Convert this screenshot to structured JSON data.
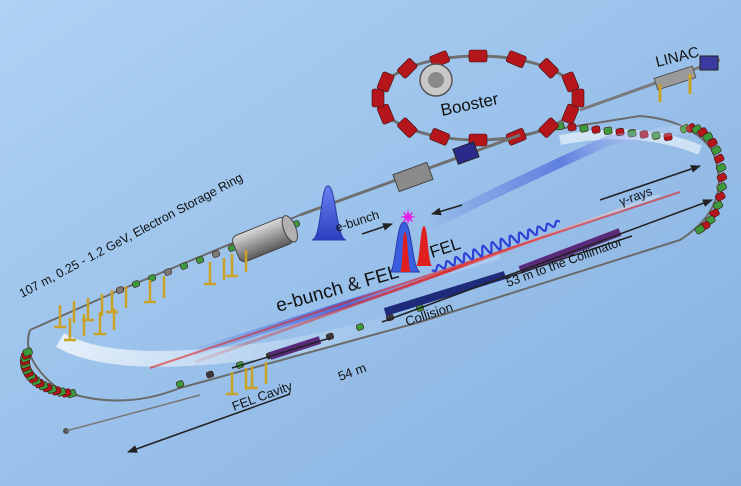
{
  "labels": {
    "linac": "LINAC",
    "booster": "Booster",
    "storage_ring": "107 m, 0.25 - 1.2 GeV, Electron Storage Ring",
    "e_bunch": "e-bunch",
    "e_bunch_fel": "e-bunch & FEL",
    "fel": "FEL",
    "gamma_rays": "γ-rays",
    "collision": "Collision",
    "collimator": "53 m to the Collimator",
    "distance_54": "54 m",
    "fel_cavity": "FEL Cavity"
  },
  "colors": {
    "background_top": "#a8cdf1",
    "background_bottom": "#8cb4e2",
    "magnet_red": "#b4161c",
    "magnet_green": "#3c9a3c",
    "support_yellow": "#c9a227",
    "e_bunch_blue": "#3a5ee0",
    "fel_red": "#e0201e",
    "collision_star": "#e620e6",
    "wiggler_navy": "#1e2a7a",
    "wiggler_purple": "#5a2a7a"
  }
}
